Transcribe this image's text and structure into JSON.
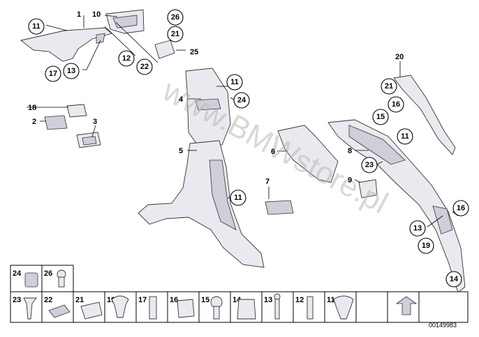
{
  "diagram": {
    "reference_number": "00149983",
    "watermark": "www.BMWstore.pl",
    "plain_labels": [
      "1",
      "10",
      "25",
      "20",
      "4",
      "18",
      "2",
      "3",
      "5",
      "6",
      "8",
      "7",
      "9"
    ],
    "circled_labels": [
      "11",
      "26",
      "21",
      "12",
      "22",
      "17",
      "13",
      "11",
      "24",
      "21",
      "16",
      "15",
      "11",
      "23",
      "11",
      "16",
      "13",
      "19",
      "14"
    ],
    "legend_row1": [
      "24",
      "26"
    ],
    "legend_row2": [
      "23",
      "22",
      "21",
      "19",
      "17",
      "16",
      "15",
      "14",
      "13",
      "12",
      "11"
    ]
  }
}
